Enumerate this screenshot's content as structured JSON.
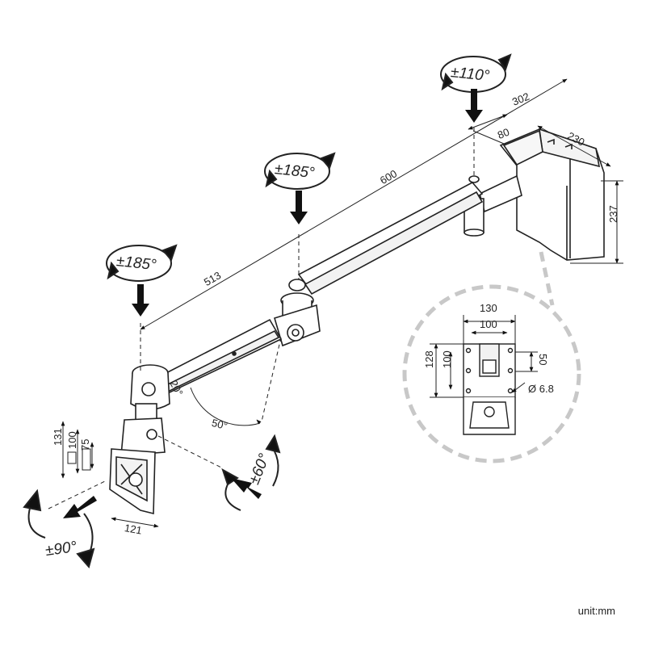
{
  "rotations": {
    "pole_top": "±110°",
    "middle_joint": "±185°",
    "elbow_joint": "±185°",
    "tilt": "±60°",
    "portrait": "±90°"
  },
  "arm_angles": {
    "small": "20°",
    "large": "50°"
  },
  "dimensions": {
    "reach_total": "302",
    "arm_long": "600",
    "arm_short": "513",
    "wall_offset": "80",
    "wall_width": "230",
    "wall_height": "237",
    "plate_width": "121",
    "plate_h131": "131",
    "plate_h100": "100",
    "plate_h75": "75"
  },
  "vesa": {
    "w130": "130",
    "w100": "100",
    "h128": "128",
    "h100": "100",
    "h50": "50",
    "hole": "Ø 6.8"
  },
  "unit_label": "unit:mm"
}
